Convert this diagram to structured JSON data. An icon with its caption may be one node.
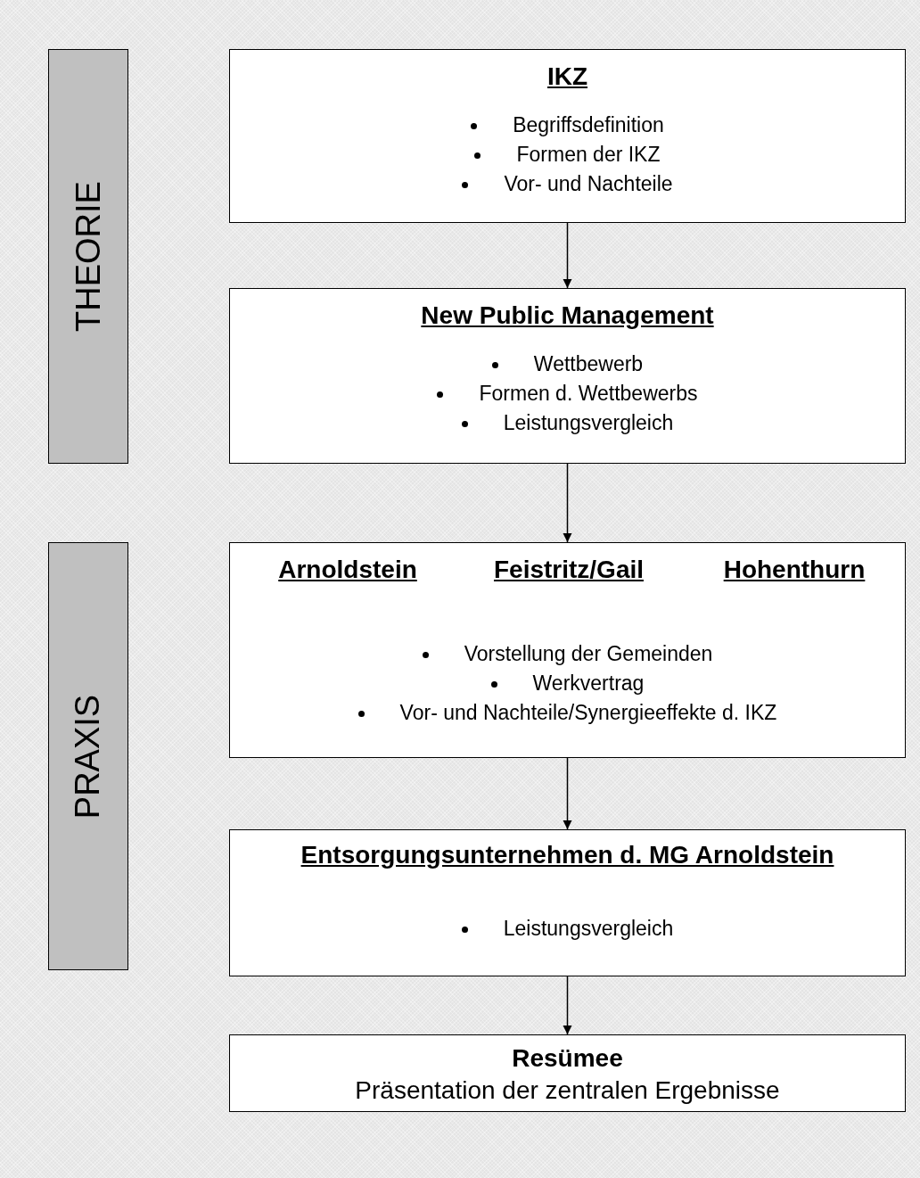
{
  "diagram": {
    "nodes": [
      {
        "text": [
          "THEORIE"
        ]
      },
      {
        "text": [
          "PRAXIS"
        ]
      },
      {
        "text": [
          "IKZ",
          "Begriffsdefinition",
          "Formen der IKZ",
          "Vor- und Nachteile"
        ]
      },
      {
        "text": [
          "New Public Management",
          "Wettbewerb",
          "Formen d. Wettbewerbs",
          "Leistungsvergleich"
        ]
      },
      {
        "text": [
          "Arnoldstein",
          "Feistritz/Gail",
          "Hohenthurn",
          "Vorstellung der Gemeinden",
          "Werkvertrag",
          "Vor- und Nachteile/Synergieeffekte d. IKZ"
        ]
      },
      {
        "text": [
          "Entsorgungsunternehmen d. MG Arnoldstein",
          "Leistungsvergleich"
        ]
      },
      {
        "text": [
          "Resümee",
          "Präsentation der zentralen Ergebnisse"
        ]
      }
    ],
    "edges": [
      {
        "from": 2,
        "to": 3,
        "arrow": "to"
      },
      {
        "from": 3,
        "to": 4,
        "arrow": "to"
      },
      {
        "from": 4,
        "to": 5,
        "arrow": "to"
      },
      {
        "from": 5,
        "to": 6,
        "arrow": "to"
      }
    ]
  }
}
